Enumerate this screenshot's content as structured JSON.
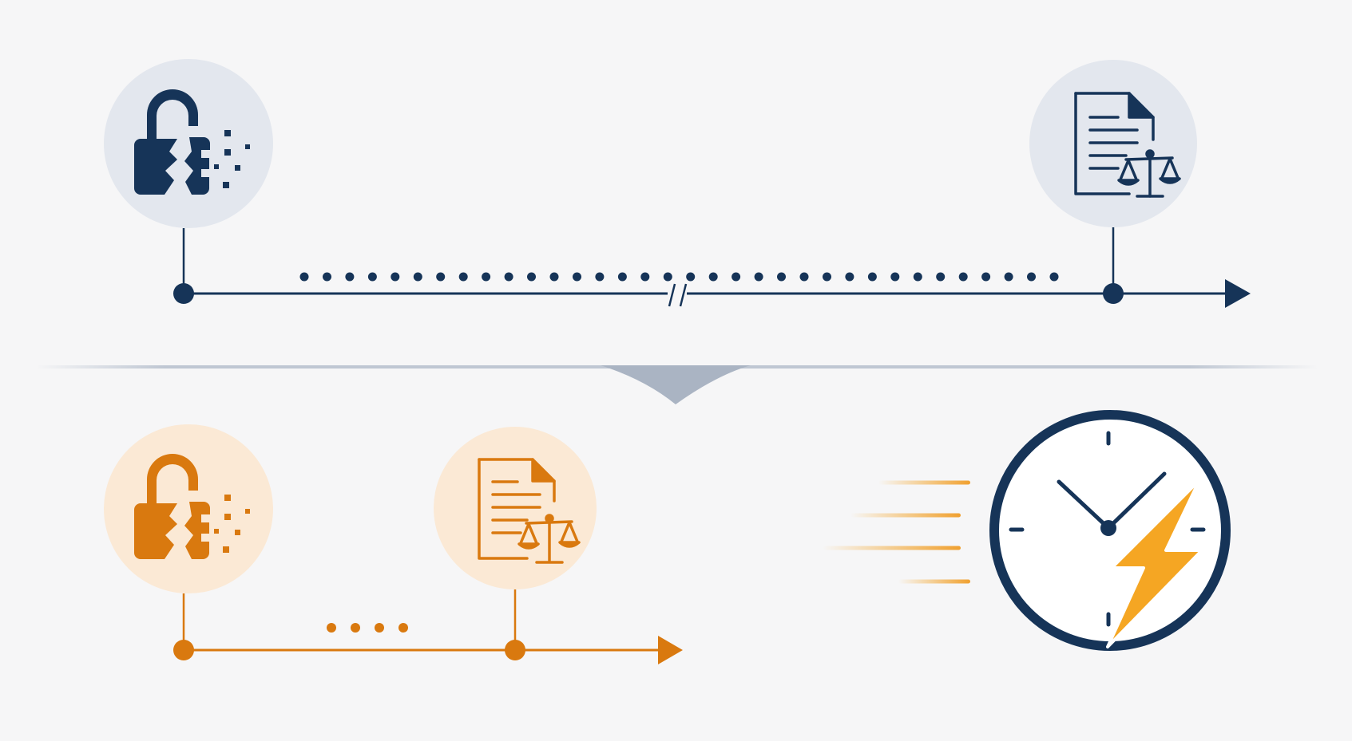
{
  "colors": {
    "background": "#f6f6f7",
    "navy": "#163458",
    "navy_circle": "#e3e7ee",
    "orange": "#d9790f",
    "orange_circle": "#fbe9d5",
    "divider": "#bfc7d3",
    "bolt": "#f5a623",
    "clock_face": "#ffffff"
  },
  "timelines": [
    {
      "id": "long",
      "color_key": "navy",
      "has_axis_break": true,
      "start_event": {
        "icon": "broken-lock-icon"
      },
      "end_event": {
        "icon": "legal-document-scales-icon"
      },
      "gap_dot_count": 34
    },
    {
      "id": "short",
      "color_key": "orange",
      "has_axis_break": false,
      "start_event": {
        "icon": "broken-lock-icon"
      },
      "end_event": {
        "icon": "legal-document-scales-icon"
      },
      "gap_dot_count": 4
    }
  ],
  "divider": {
    "icon": "chevron-down-icon"
  },
  "speed_indicator": {
    "icon": "clock-icon",
    "accent_icon": "lightning-bolt-icon",
    "motion_lines": 4
  }
}
